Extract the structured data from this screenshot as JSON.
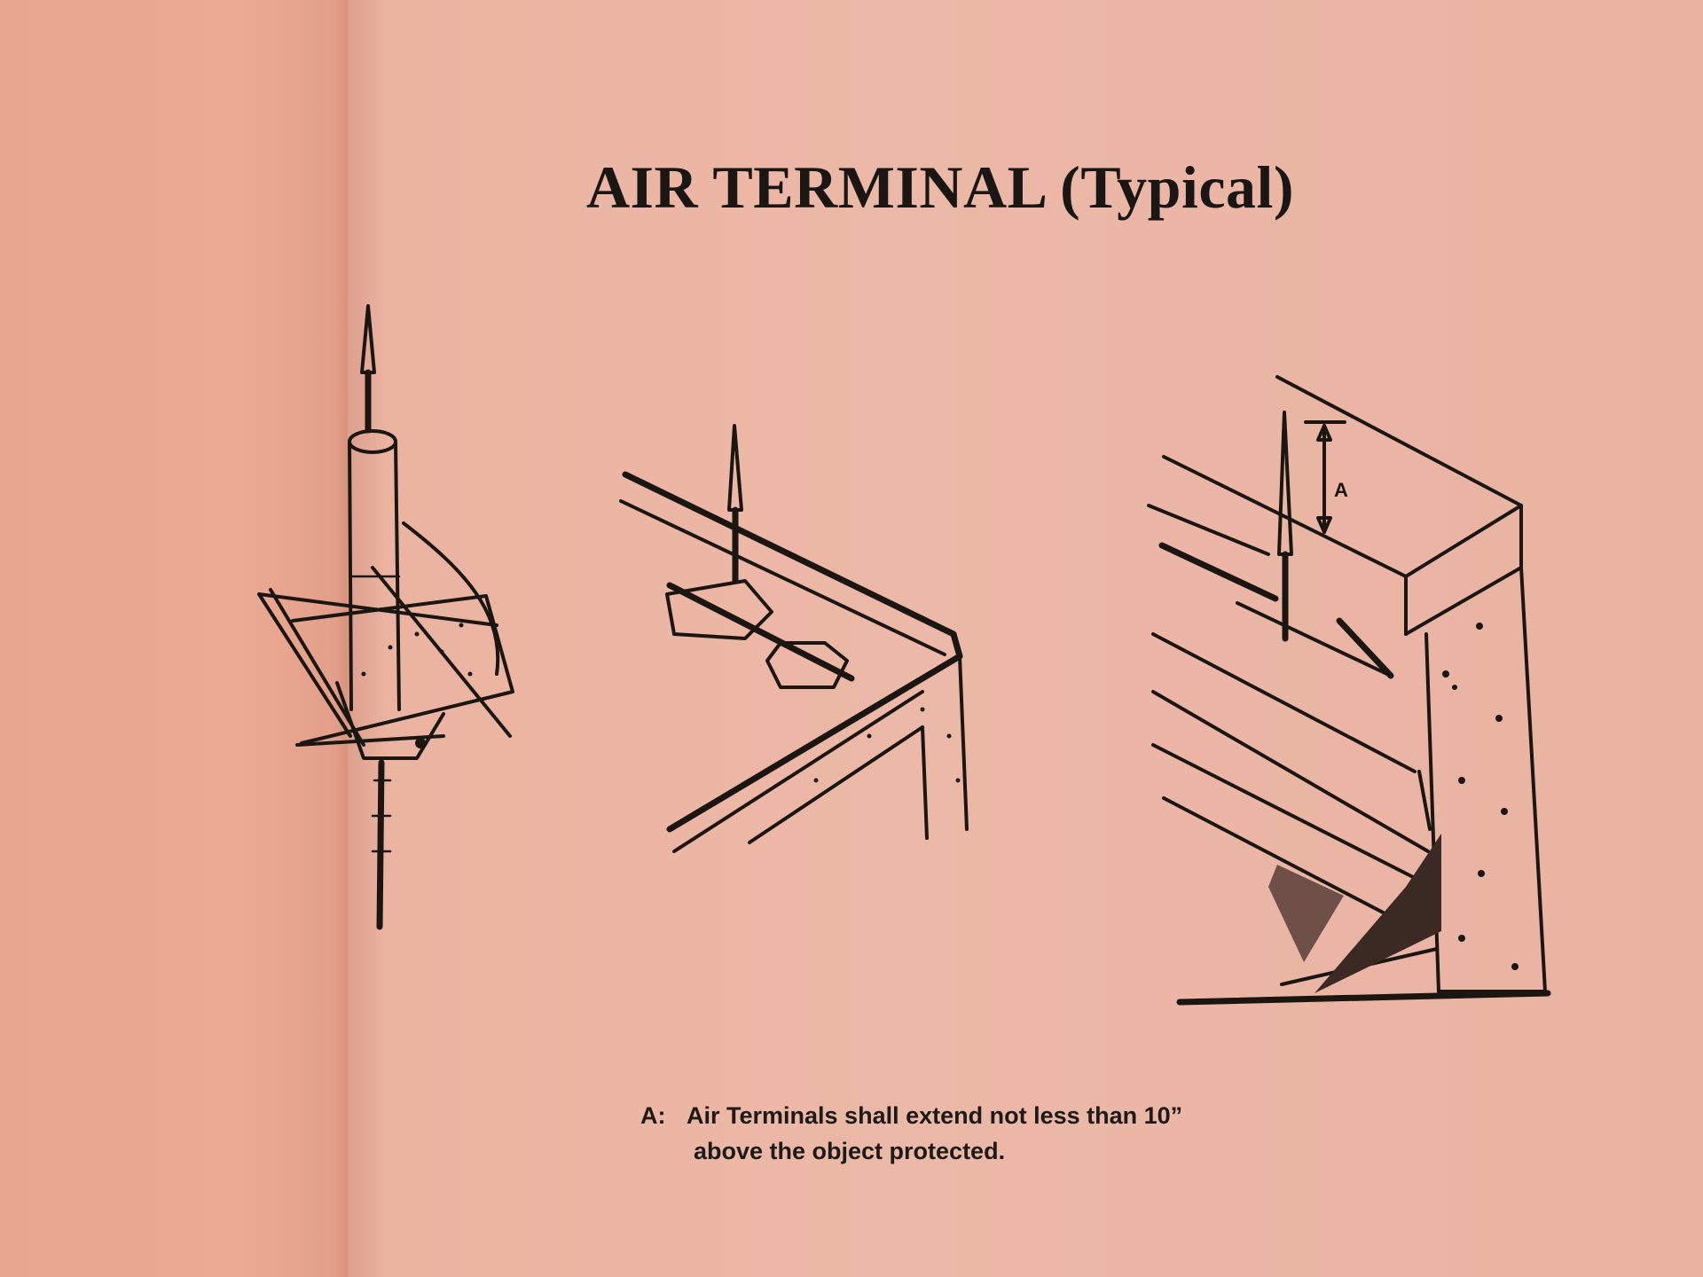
{
  "title": "AIR TERMINAL (Typical)",
  "caption": {
    "key": "A:",
    "line1": "Air Terminals shall extend not less than 10”",
    "line2": "above the object protected."
  },
  "figure_label": "A"
}
